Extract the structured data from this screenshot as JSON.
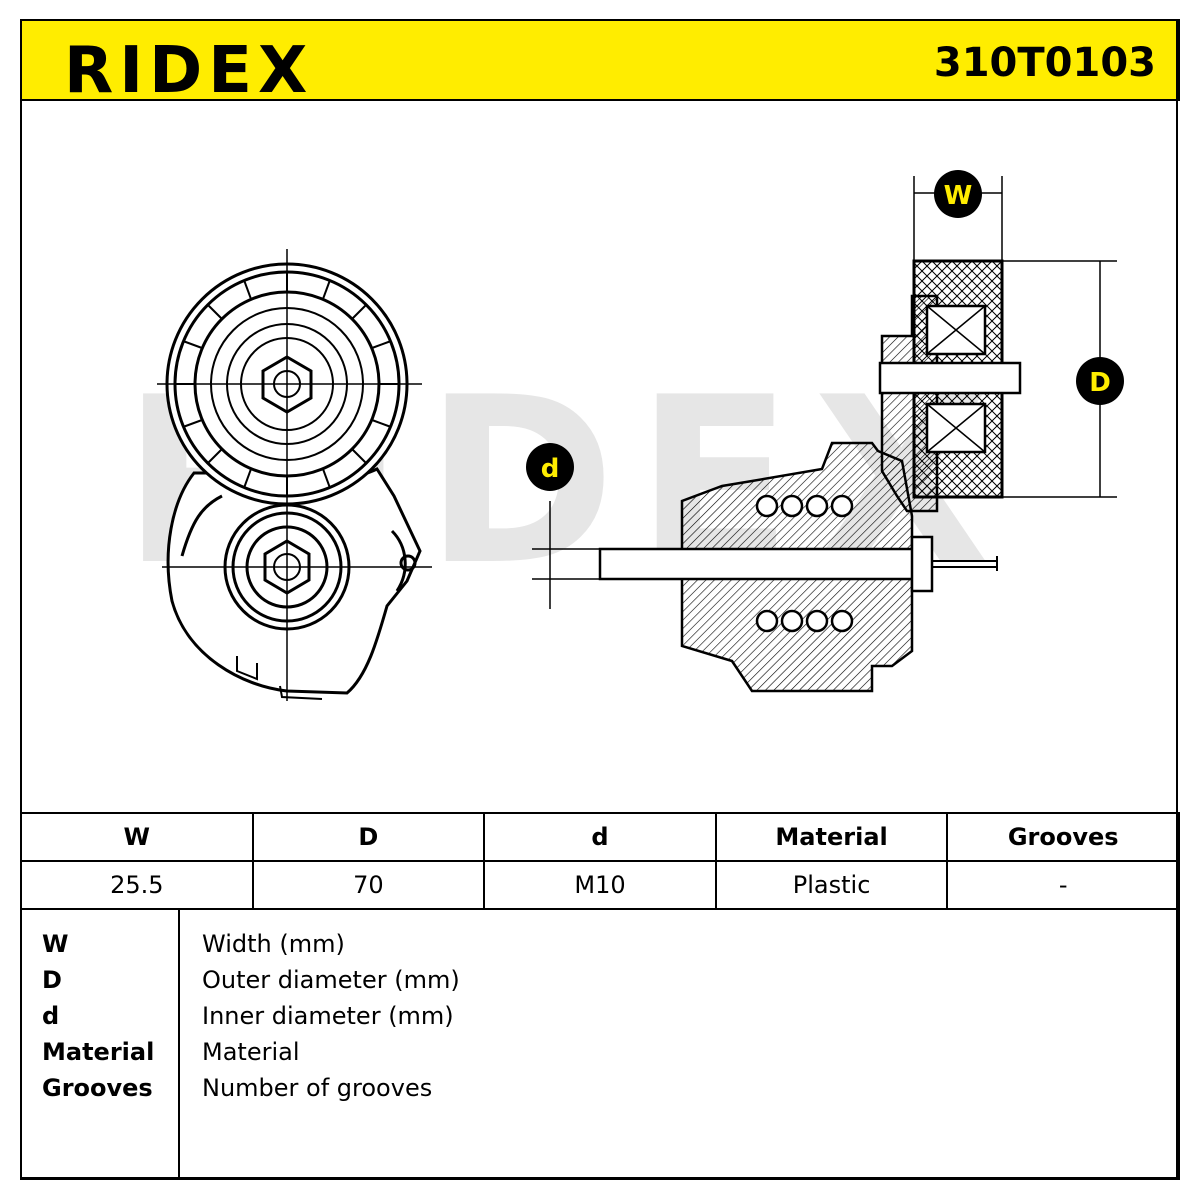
{
  "header": {
    "brand": "RIDEX",
    "part_number": "310T0103",
    "brand_color": "#ffed00"
  },
  "drawing": {
    "watermark": "RIDEX",
    "dimension_labels": {
      "width": "W",
      "outer_diameter": "D",
      "inner_diameter": "d"
    }
  },
  "specs": {
    "headers": [
      "W",
      "D",
      "d",
      "Material",
      "Grooves"
    ],
    "values": [
      "25.5",
      "70",
      "M10",
      "Plastic",
      "-"
    ]
  },
  "legend": [
    {
      "key": "W",
      "desc": "Width (mm)"
    },
    {
      "key": "D",
      "desc": "Outer diameter (mm)"
    },
    {
      "key": "d",
      "desc": "Inner diameter (mm)"
    },
    {
      "key": "Material",
      "desc": "Material"
    },
    {
      "key": "Grooves",
      "desc": "Number of grooves"
    }
  ]
}
